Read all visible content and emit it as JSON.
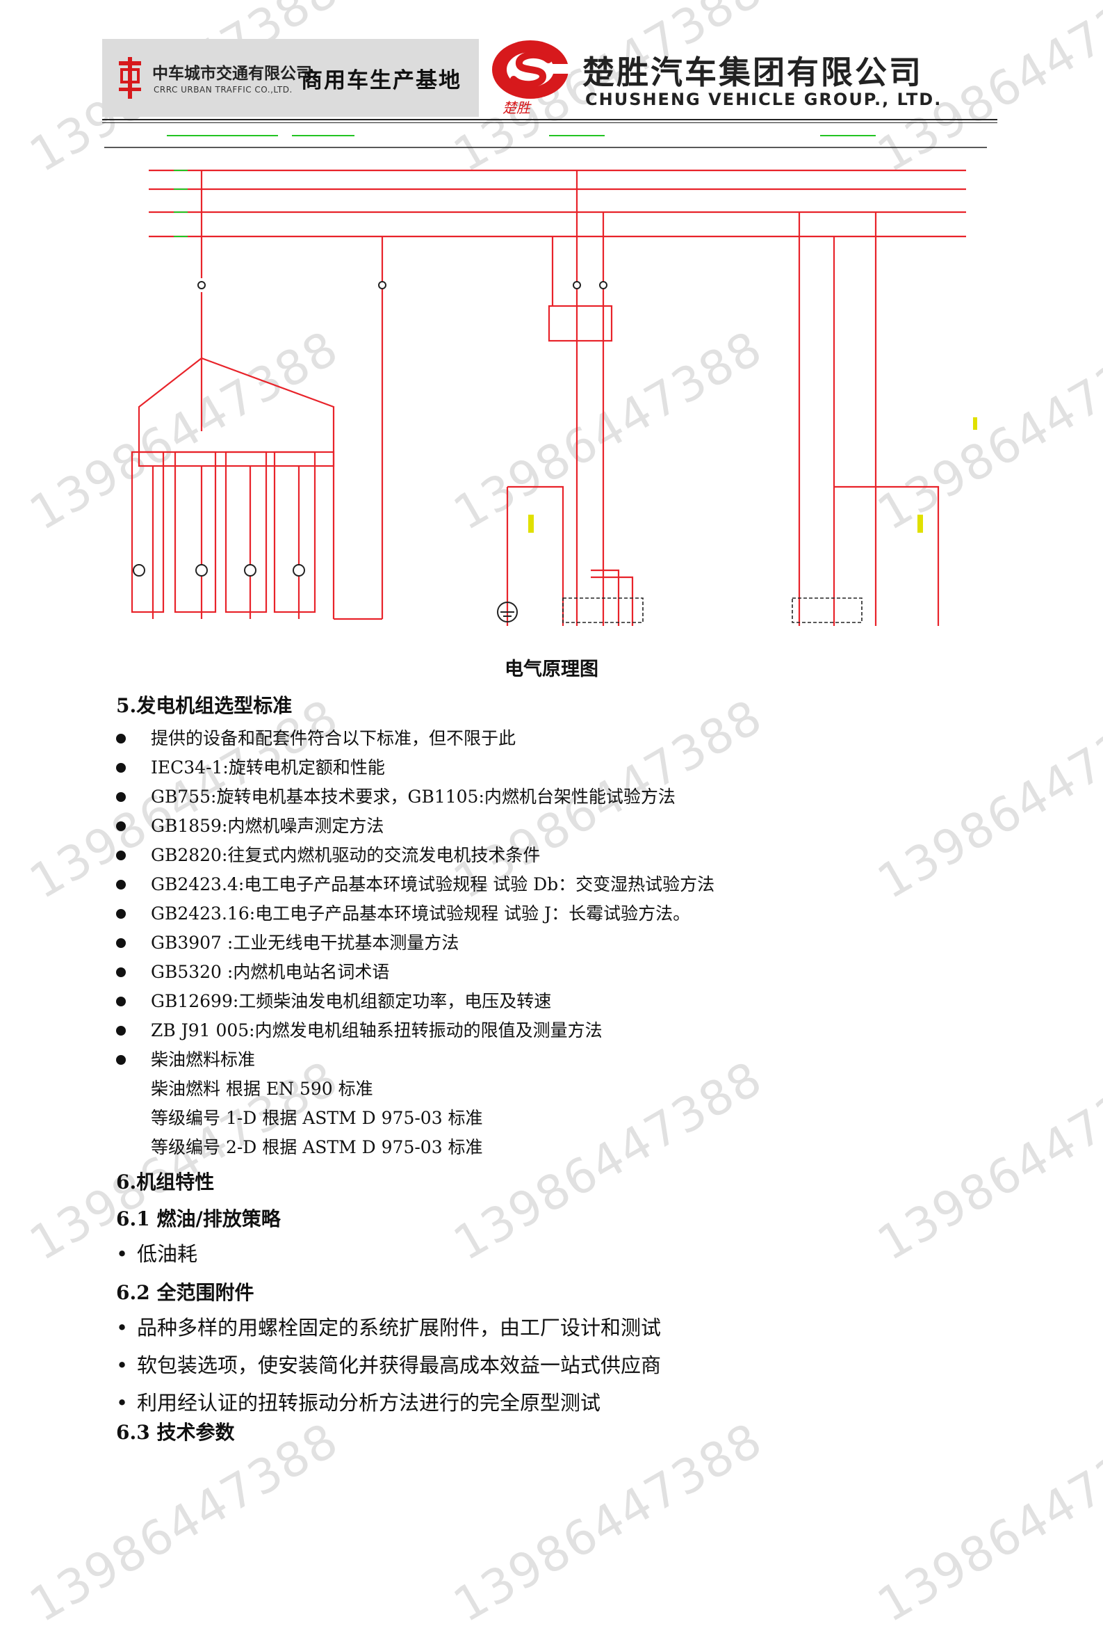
{
  "watermark": "13986447388",
  "header": {
    "crrc_cn": "中车城市交通有限公司",
    "crrc_en": "CRRC URBAN TRAFFIC CO.,LTD.",
    "base_label": "商用车生产基地",
    "cs_cn": "楚胜汽车集团有限公司",
    "cs_en": "CHUSHENG VEHICLE GROUP., LTD.",
    "cs_seal": "楚胜",
    "brand_red": "#d7191c"
  },
  "diagram": {
    "caption": "电气原理图",
    "line_color": "#e8232a",
    "label_color": "#22c422",
    "accent_yellow": "#e0e000"
  },
  "section5": {
    "title": "5.发电机组选型标准",
    "items": [
      "提供的设备和配套件符合以下标准，但不限于此",
      "IEC34-1:旋转电机定额和性能",
      "GB755:旋转电机基本技术要求，GB1105:内燃机台架性能试验方法",
      "GB1859:内燃机噪声测定方法",
      "GB2820:往复式内燃机驱动的交流发电机技术条件",
      "GB2423.4:电工电子产品基本环境试验规程 试验 Db：交变湿热试验方法",
      "GB2423.16:电工电子产品基本环境试验规程 试验 J：长霉试验方法。",
      "GB3907 :工业无线电干扰基本测量方法",
      "GB5320 :内燃机电站名词术语",
      "GB12699:工频柴油发电机组额定功率，电压及转速",
      "ZB J91 005:内燃发电机组轴系扭转振动的限值及测量方法",
      "柴油燃料标准"
    ],
    "fuel_lines": [
      "柴油燃料 根据 EN 590 标准",
      "等级编号 1-D 根据 ASTM D 975-03 标准",
      "等级编号 2-D 根据 ASTM D 975-03 标准"
    ]
  },
  "section6": {
    "title": "6.机组特性",
    "s61": {
      "title": "6.1 燃油/排放策略",
      "items": [
        "低油耗"
      ]
    },
    "s62": {
      "title": "6.2 全范围附件",
      "items": [
        "品种多样的用螺栓固定的系统扩展附件，由工厂设计和测试",
        "软包装选项，使安装简化并获得最高成本效益一站式供应商",
        "利用经认证的扭转振动分析方法进行的完全原型测试"
      ]
    },
    "s63": {
      "title": "6.3 技术参数"
    }
  }
}
